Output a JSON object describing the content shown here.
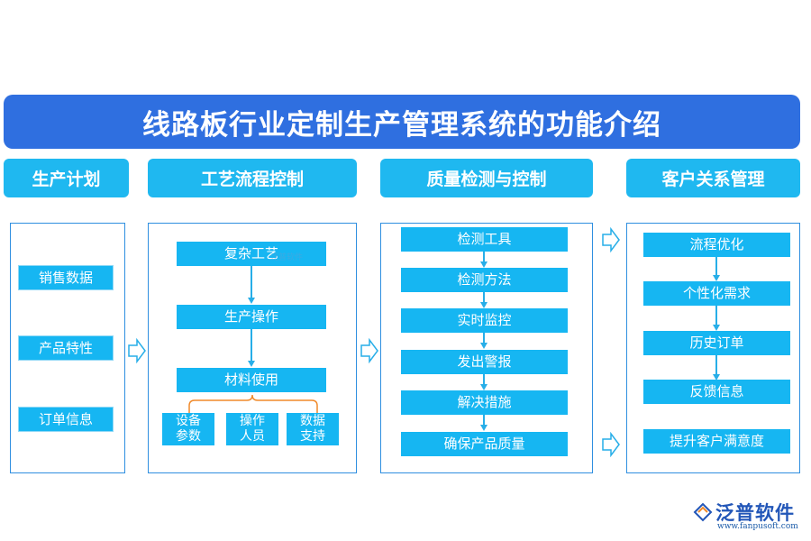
{
  "title": "线路板行业定制生产管理系统的功能介绍",
  "columns": [
    {
      "header": "生产计划",
      "items": [
        "销售数据",
        "产品特性",
        "订单信息"
      ]
    },
    {
      "header": "工艺流程控制",
      "items": [
        "复杂工艺",
        "生产操作",
        "材料使用"
      ],
      "sub_items": [
        "设备\n参数",
        "操作\n人员",
        "数据\n支持"
      ]
    },
    {
      "header": "质量检测与控制",
      "items": [
        "检测工具",
        "检测方法",
        "实时监控",
        "发出警报",
        "解决措施",
        "确保产品质量"
      ]
    },
    {
      "header": "客户关系管理",
      "items": [
        "流程优化",
        "个性化需求",
        "历史订单",
        "反馈信息",
        "提升客户满意度"
      ]
    }
  ],
  "watermark": "泛普软件",
  "brand": {
    "name": "泛普软件",
    "url": "www.fanpusoft.com"
  },
  "colors": {
    "title_bg": "#2f6fe0",
    "header_bg": "#1fb8f0",
    "box_bg": "#16b6f2",
    "line": "#27aee8",
    "panel_border": "#2f8fe0",
    "brace": "#f08a2a"
  }
}
